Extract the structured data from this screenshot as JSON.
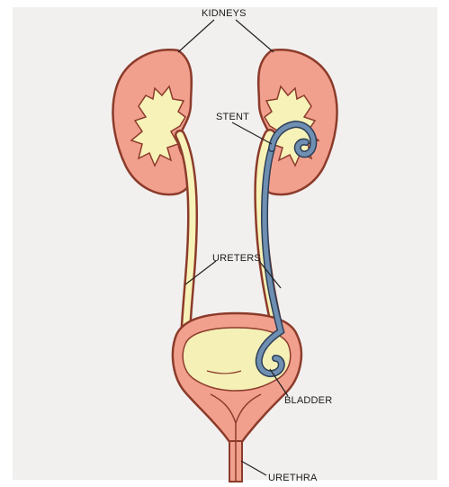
{
  "labels": {
    "kidneys": "KIDNEYS",
    "stent": "STENT",
    "ureters": "URETERS",
    "bladder": "BLADDER",
    "urethra": "URETHRA"
  },
  "colors": {
    "background": "#f1f0ef",
    "kidney_fill": "#f2a08e",
    "kidney_outline": "#8c3b2b",
    "pelvis_fill": "#f6f2b8",
    "bladder_fill": "#f2a08e",
    "bladder_inner": "#f4f0b6",
    "stent": "#6f8fb2",
    "stent_outline": "#2d3f57",
    "leader": "#222222"
  }
}
